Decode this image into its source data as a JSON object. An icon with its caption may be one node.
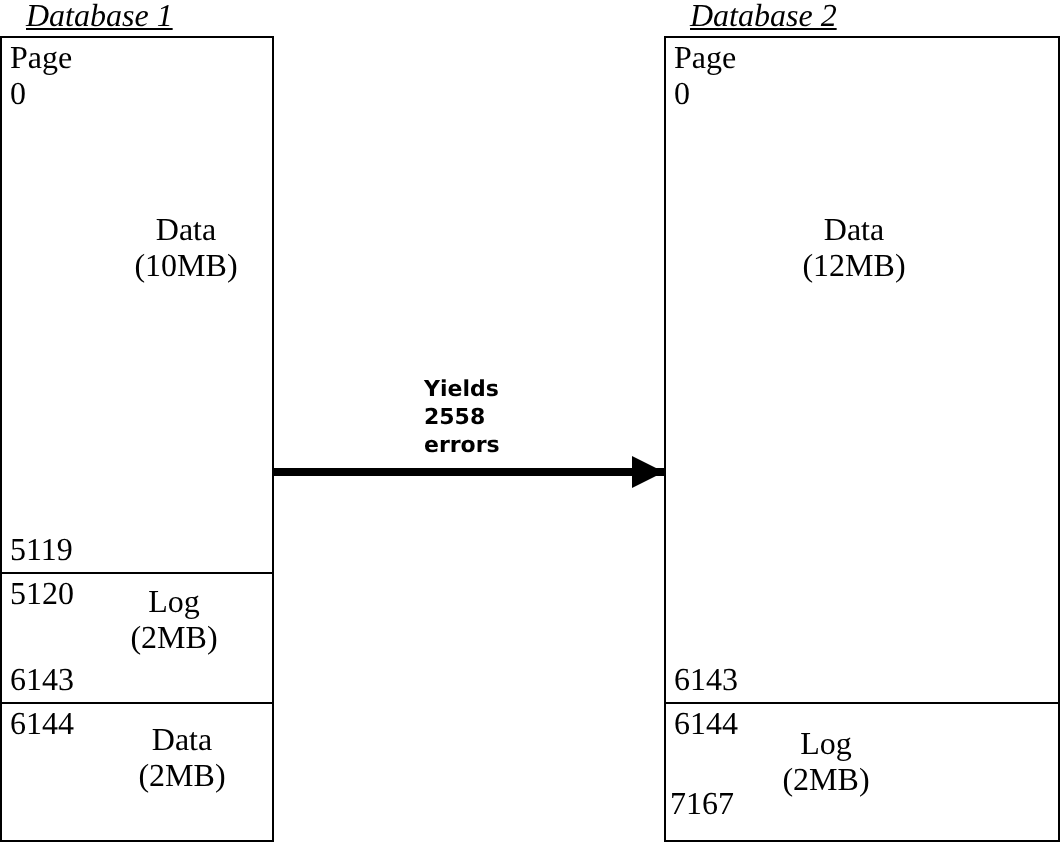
{
  "diagram": {
    "nodes": [
      {
        "text": [
          "Database 1"
        ]
      },
      {
        "text": [
          "Page 0",
          "Data (10MB)",
          "5119"
        ],
        "in": 0
      },
      {
        "text": [
          "5120",
          "Log (2MB)",
          "6143"
        ],
        "in": 0
      },
      {
        "text": [
          "6144",
          "Data (2MB)"
        ],
        "in": 0
      },
      {
        "text": [
          "Database 2"
        ]
      },
      {
        "text": [
          "Page 0",
          "Data (12MB)",
          "6143"
        ],
        "in": 4
      },
      {
        "text": [
          "6144",
          "Log (2MB)",
          "7167"
        ],
        "in": 4
      }
    ],
    "edges": [
      {
        "from": 0,
        "to": 4,
        "arrow": "to",
        "label": "Yields 2558 errors"
      }
    ]
  }
}
